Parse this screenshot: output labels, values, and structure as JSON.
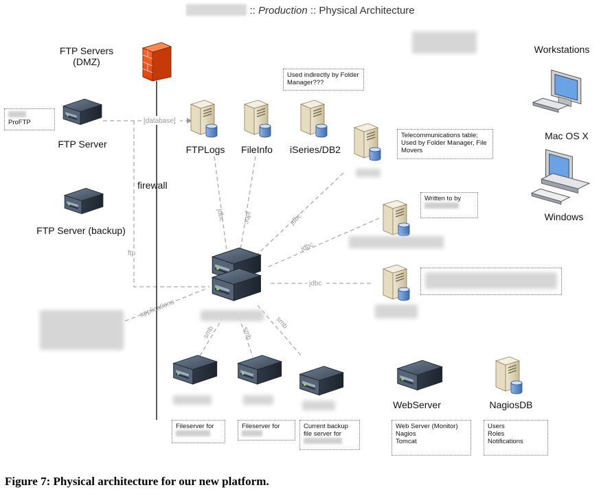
{
  "title": {
    "mid": "Production",
    "sep1": " :: ",
    "sep2": " :: ",
    "rest": "Physical Architecture"
  },
  "dmz": {
    "label_line1": "FTP Servers",
    "label_line2": "(DMZ)"
  },
  "workstations": {
    "title": "Workstations",
    "mac": "Mac OS X",
    "windows": "Windows"
  },
  "firewall_label": "firewall",
  "servers": {
    "ftp_server": "FTP Server",
    "ftp_backup": "FTP Server (backup)",
    "webserver": "WebServer",
    "ftplogs": "FTPLogs",
    "fileinfo": "FileInfo",
    "iseries": "iSeries/DB2",
    "nagiosdb": "NagiosDB"
  },
  "notes": {
    "proftp": "ProFTP",
    "used_indirectly": "Used indirectly by Folder Manager???",
    "telecom": "Telecommunications table; Used by Folder Manager, File Movers",
    "written_to": "Written to by",
    "fileserver1": "Fileserver for",
    "fileserver2": "Fileserver for",
    "backup": "Current backup file server for",
    "web_lines": [
      "Web Server (Monitor)",
      "Nagios",
      "Tomcat"
    ],
    "nagios_lines": [
      "Users",
      "Roles",
      "Notifications"
    ]
  },
  "connections": {
    "database": "[database]",
    "jdbc": "jdbc",
    "ftp": "ftp",
    "applications": "applications",
    "smb": "smb"
  },
  "caption": "Figure 7: Physical architecture for our new platform."
}
